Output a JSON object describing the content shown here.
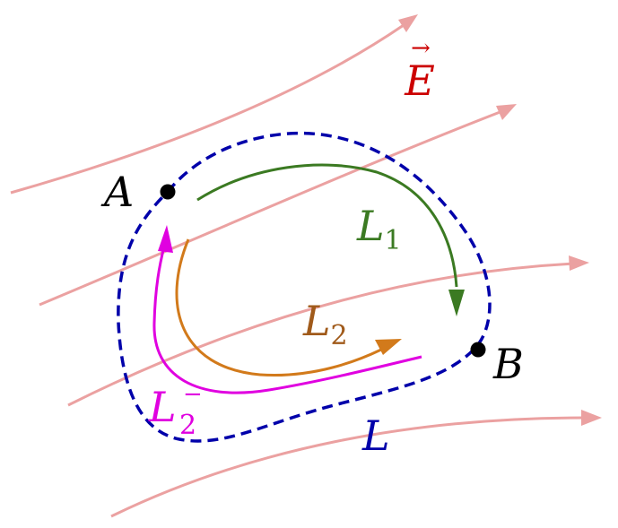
{
  "field": {
    "label": "E",
    "vector_mark": "→",
    "color": "#cc0000",
    "line_color": "#eba1a1"
  },
  "points": {
    "a": "A",
    "b": "B"
  },
  "loop": {
    "label": "L",
    "color": "#0000aa"
  },
  "paths": {
    "l1": {
      "main": "L",
      "sub": "1",
      "color": "#3b7a22"
    },
    "l2": {
      "main": "L",
      "sub": "2",
      "color": "#d27a1b",
      "label_color": "#a05a1a"
    },
    "l2r": {
      "main": "L",
      "sub": "2",
      "sup": "−",
      "color": "#e000e0"
    }
  }
}
